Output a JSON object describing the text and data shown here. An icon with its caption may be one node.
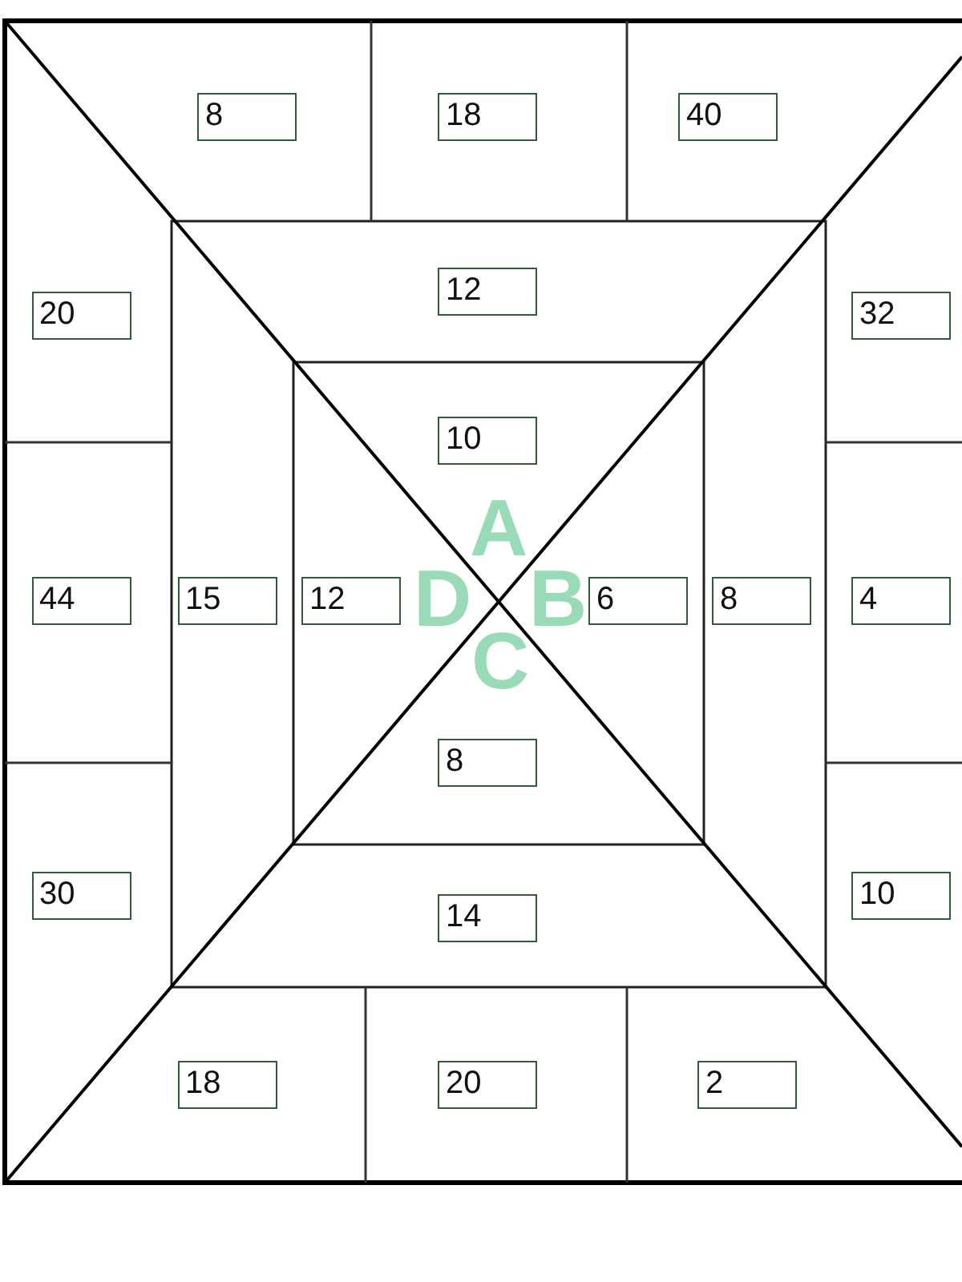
{
  "diagram": {
    "nodes": [
      {
        "text": [
          "8"
        ]
      },
      {
        "text": [
          "18"
        ]
      },
      {
        "text": [
          "40"
        ]
      },
      {
        "text": [
          "12"
        ]
      },
      {
        "text": [
          "20"
        ]
      },
      {
        "text": [
          "32"
        ]
      },
      {
        "text": [
          "10"
        ]
      },
      {
        "text": [
          "44"
        ]
      },
      {
        "text": [
          "15"
        ]
      },
      {
        "text": [
          "12"
        ]
      },
      {
        "text": [
          "6"
        ]
      },
      {
        "text": [
          "8"
        ]
      },
      {
        "text": [
          "4"
        ]
      },
      {
        "text": [
          "8"
        ]
      },
      {
        "text": [
          "30"
        ]
      },
      {
        "text": [
          "10"
        ]
      },
      {
        "text": [
          "14"
        ]
      },
      {
        "text": [
          "18"
        ]
      },
      {
        "text": [
          "20"
        ]
      },
      {
        "text": [
          "2"
        ]
      }
    ],
    "labels": [
      "A",
      "D",
      "B",
      "C"
    ]
  }
}
